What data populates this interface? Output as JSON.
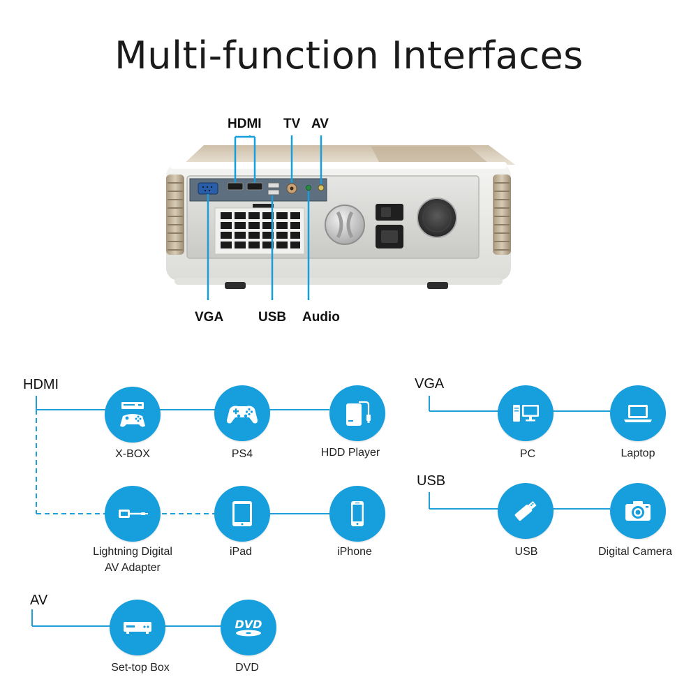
{
  "title": "Multi-function Interfaces",
  "ports": {
    "top": [
      "HDMI",
      "TV",
      "AV"
    ],
    "bottom": [
      "VGA",
      "USB",
      "Audio"
    ]
  },
  "groups": {
    "hdmi": "HDMI",
    "vga": "VGA",
    "usb": "USB",
    "av": "AV"
  },
  "devices": {
    "xbox": "X-BOX",
    "ps4": "PS4",
    "hdd": "HDD Player",
    "lightning_1": "Lightning Digital",
    "lightning_2": "AV Adapter",
    "ipad": "iPad",
    "iphone": "iPhone",
    "pc": "PC",
    "laptop": "Laptop",
    "usb": "USB",
    "camera": "Digital Camera",
    "settop": "Set-top Box",
    "dvd": "DVD"
  },
  "icons": {
    "xbox": "game-console-icon",
    "ps4": "gamepad-icon",
    "hdd": "hdd-player-icon",
    "lightning": "lightning-adapter-icon",
    "ipad": "tablet-icon",
    "iphone": "phone-icon",
    "pc": "desktop-pc-icon",
    "laptop": "laptop-icon",
    "usb": "usb-stick-icon",
    "camera": "camera-icon",
    "settop": "set-top-box-icon",
    "dvd": "dvd-icon"
  },
  "dvd_logo_text": "DVD",
  "colors": {
    "accent": "#169fdc",
    "line": "#1f9fd8",
    "icon": "#ffffff"
  }
}
